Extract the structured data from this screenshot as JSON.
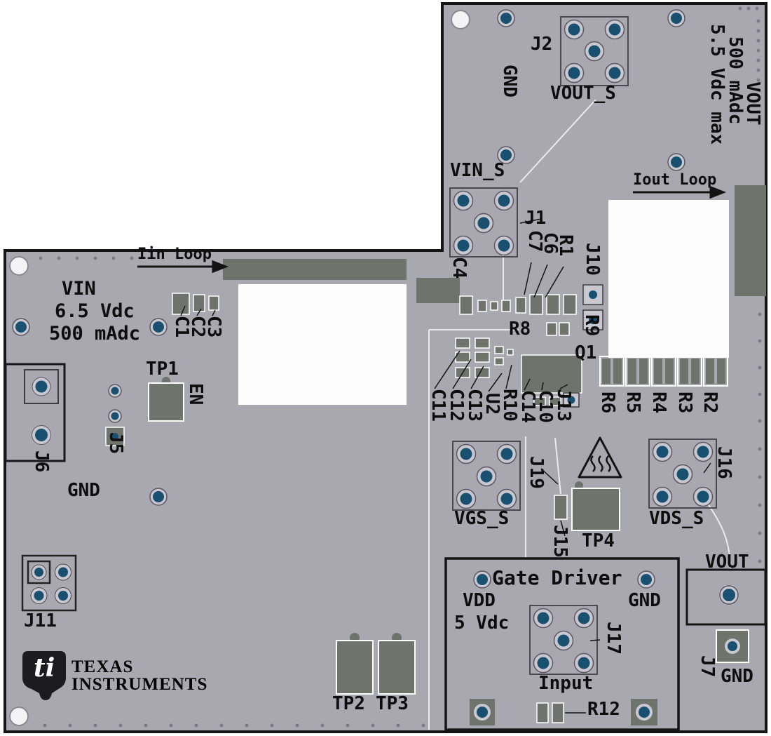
{
  "colors": {
    "board": "#a9a7b0",
    "outline": "#141414",
    "hole": "#19506f",
    "ring": "#c9c7cf",
    "pad": "#6e736c",
    "silk": "#fdfdfd",
    "text": "#0d0d0d",
    "via": "#7d7b85"
  },
  "top": {
    "j2": "J2",
    "gnd": "GND",
    "vout_s": "VOUT_S",
    "vin_s": "VIN_S",
    "j1": "J1",
    "iout_loop": "Iout Loop",
    "rating_voltage": "5.5 Vdc max",
    "rating_current": "500 mAdc",
    "rating_net": "VOUT"
  },
  "input": {
    "iin_loop": "Iin Loop",
    "vin": "VIN",
    "vin_voltage": "6.5 Vdc",
    "vin_current": "500 mAdc",
    "c1": "C1",
    "c2": "C2",
    "c3": "C3",
    "tp1": "TP1",
    "en": "EN",
    "j5": "J5",
    "j6": "J6",
    "gnd": "GND",
    "j11": "J11"
  },
  "center": {
    "c4": "C4",
    "c7": "C7",
    "c6": "C6",
    "r1": "R1",
    "j10": "J10",
    "r8": "R8",
    "r9": "R9",
    "q1": "Q1",
    "c11": "C11",
    "c12": "C12",
    "c13": "C13",
    "u2": "U2",
    "r10": "R10",
    "c14": "C14",
    "c10": "C10",
    "j13": "J13",
    "r6": "R6",
    "r5": "R5",
    "r4": "R4",
    "r3": "R3",
    "r2": "R2"
  },
  "measure": {
    "vgs_s": "VGS_S",
    "j19": "J19",
    "j15": "J15",
    "tp4": "TP4",
    "vds_s": "VDS_S",
    "j16": "J16",
    "tp2": "TP2",
    "tp3": "TP3"
  },
  "gate_driver": {
    "title": "Gate Driver",
    "vdd": "VDD",
    "vdd_voltage": "5 Vdc",
    "gnd": "GND",
    "j17": "J17",
    "input_label": "Input",
    "r12": "R12"
  },
  "output": {
    "vout": "VOUT",
    "j7": "J7",
    "gnd": "GND"
  },
  "branding": {
    "logo_text": "ti",
    "line1": "TEXAS",
    "line2": "INSTRUMENTS"
  }
}
